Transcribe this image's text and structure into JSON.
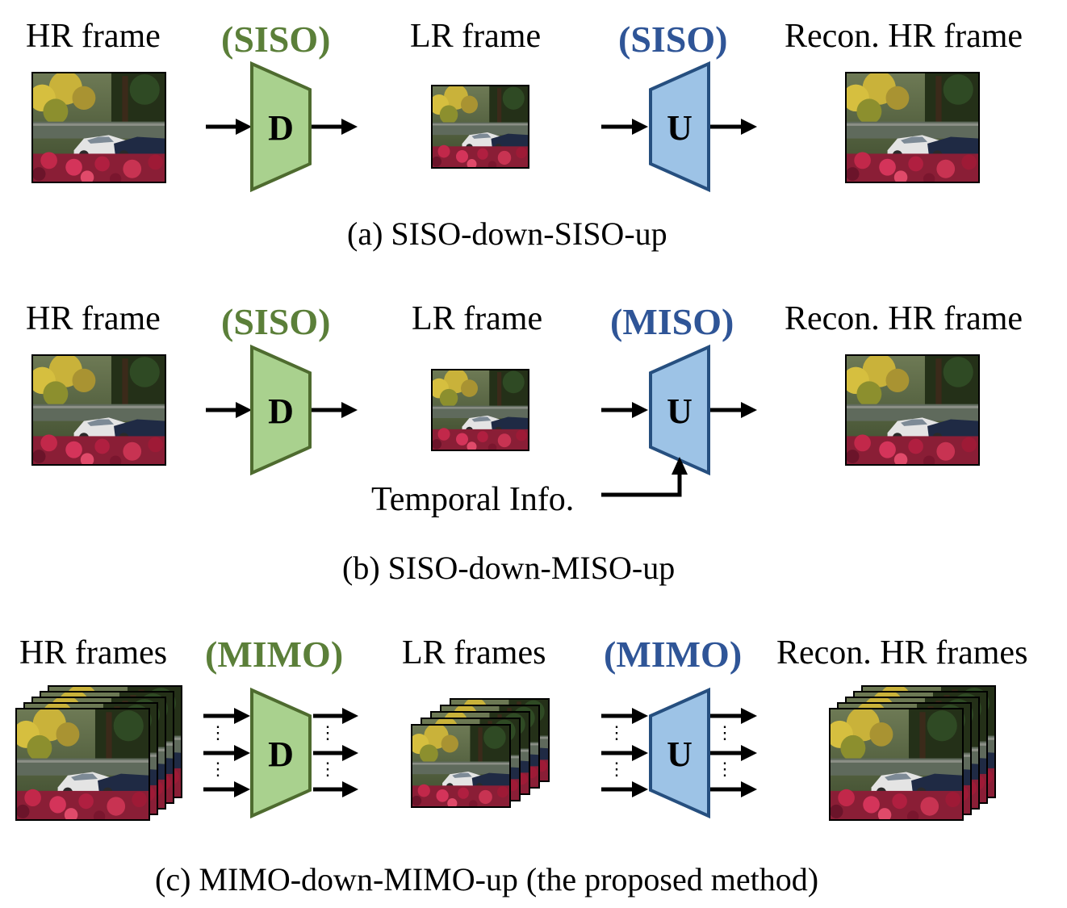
{
  "colors": {
    "down_fill": "#a9d18e",
    "down_stroke": "#4e6b2f",
    "down_tag": "#5b7f39",
    "up_fill": "#9dc3e6",
    "up_stroke": "#264f7f",
    "up_tag": "#2f5597"
  },
  "rows": [
    {
      "hr_label": "HR frame",
      "down_tag": "(SISO)",
      "down_letter": "D",
      "lr_label": "LR frame",
      "up_tag": "(SISO)",
      "up_letter": "U",
      "recon_label": "Recon. HR frame",
      "caption": "(a)  SISO-down-SISO-up"
    },
    {
      "hr_label": "HR frame",
      "down_tag": "(SISO)",
      "down_letter": "D",
      "lr_label": "LR frame",
      "up_tag": "(MISO)",
      "up_letter": "U",
      "recon_label": "Recon. HR frame",
      "temporal_label": "Temporal Info.",
      "caption": "(b)  SISO-down-MISO-up"
    },
    {
      "hr_label": "HR frames",
      "down_tag": "(MIMO)",
      "down_letter": "D",
      "lr_label": "LR frames",
      "up_tag": "(MIMO)",
      "up_letter": "U",
      "recon_label": "Recon. HR frames",
      "caption": "(c)  MIMO-down-MIMO-up (the proposed method)"
    }
  ]
}
